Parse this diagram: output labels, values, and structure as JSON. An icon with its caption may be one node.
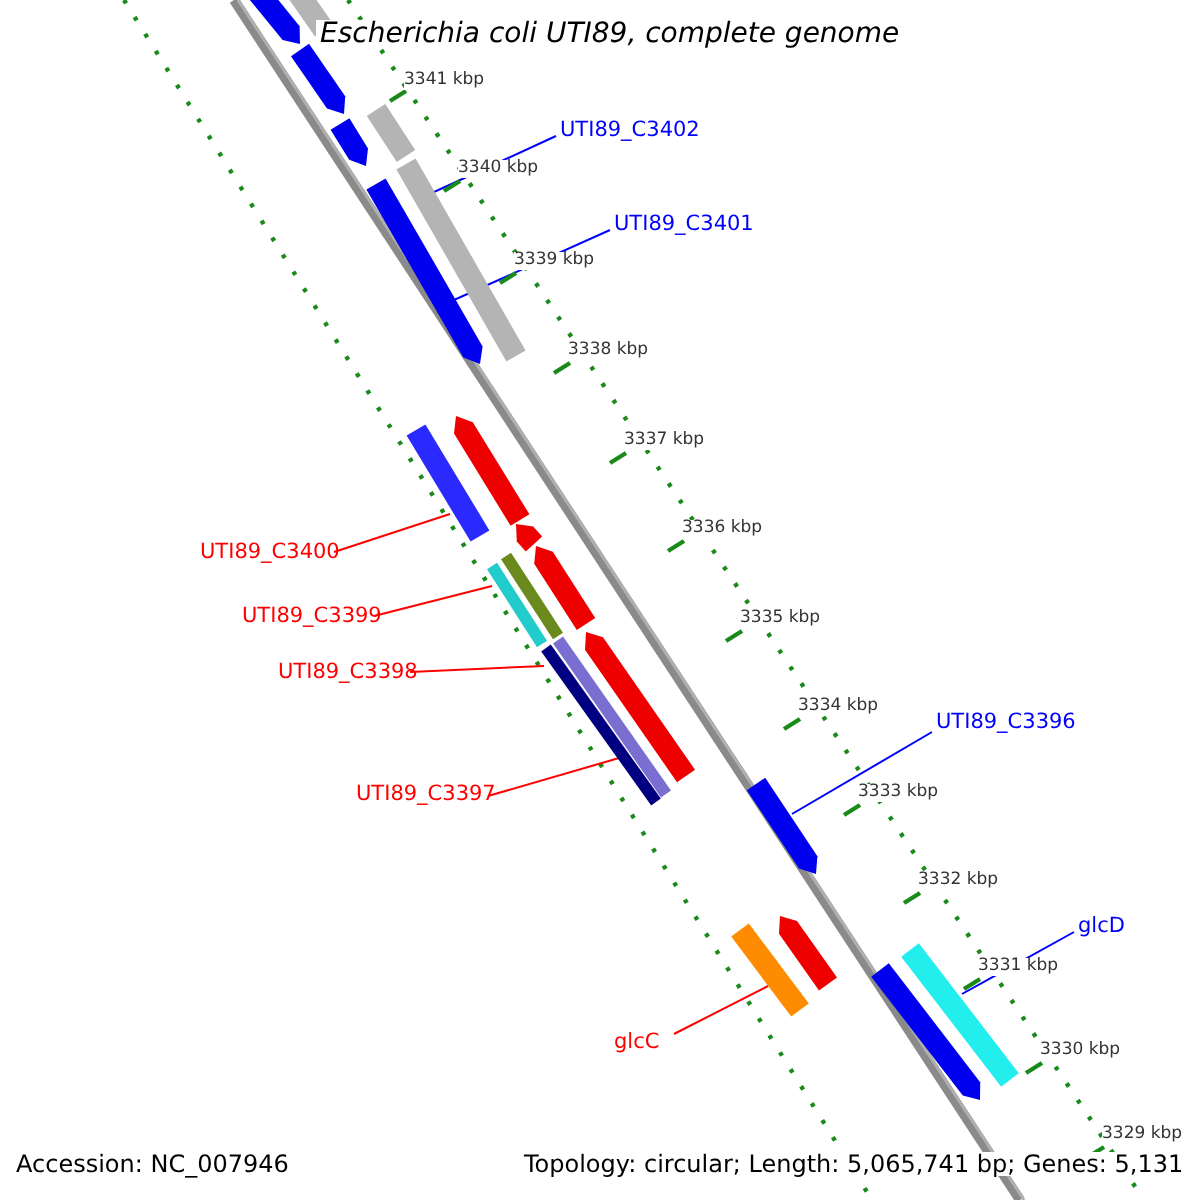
{
  "diagram": {
    "title": "Escherichia coli UTI89, complete genome",
    "nodes": [
      {
        "text": [
          "UTI89_C3402"
        ]
      },
      {
        "text": [
          "UTI89_C3401"
        ]
      },
      {
        "text": [
          "UTI89_C3400"
        ]
      },
      {
        "text": [
          "UTI89_C3399"
        ]
      },
      {
        "text": [
          "UTI89_C3398"
        ]
      },
      {
        "text": [
          "UTI89_C3396"
        ]
      },
      {
        "text": [
          "UTI89_C3397"
        ]
      },
      {
        "text": [
          "glcD"
        ]
      },
      {
        "text": [
          "glcC"
        ]
      },
      {
        "text": [],
        "shape": "bar"
      },
      {
        "text": [],
        "shape": "bar"
      },
      {
        "text": [],
        "shape": "bar"
      },
      {
        "text": [],
        "shape": "bar"
      },
      {
        "text": [],
        "shape": "bar"
      },
      {
        "text": [],
        "shape": "bar"
      },
      {
        "text": [],
        "shape": "bar"
      },
      {
        "text": [],
        "shape": "bar"
      },
      {
        "text": [],
        "shape": "bar"
      },
      {
        "text": [],
        "shape": "bar"
      },
      {
        "text": [],
        "shape": "bar"
      },
      {
        "text": [],
        "shape": "bar"
      },
      {
        "text": [],
        "shape": "bar"
      },
      {
        "text": [],
        "shape": "bar"
      },
      {
        "text": [],
        "shape": "bar"
      },
      {
        "text": [],
        "shape": "bar"
      },
      {
        "text": [],
        "shape": "bar"
      },
      {
        "text": [],
        "shape": "bar"
      },
      {
        "text": [],
        "shape": "bar"
      },
      {
        "text": [],
        "shape": "bar"
      },
      {
        "text": [],
        "shape": "bar"
      }
    ],
    "edges": [
      {
        "from": 0,
        "to": 9,
        "arrow": "none",
        "color": "#0000ff"
      },
      {
        "from": 1,
        "to": 10,
        "arrow": "none",
        "color": "#0000ff"
      },
      {
        "from": 2,
        "to": 11,
        "arrow": "none",
        "color": "#ff0000"
      },
      {
        "from": 3,
        "to": 12,
        "arrow": "none",
        "color": "#ff0000"
      },
      {
        "from": 4,
        "to": 13,
        "arrow": "none",
        "color": "#ff0000"
      },
      {
        "from": 5,
        "to": 14,
        "arrow": "none",
        "color": "#0000ff"
      },
      {
        "from": 6,
        "to": 15,
        "arrow": "none",
        "color": "#ff0000"
      },
      {
        "from": 7,
        "to": 16,
        "arrow": "none",
        "color": "#0000ff"
      },
      {
        "from": 8,
        "to": 17,
        "arrow": "none",
        "color": "#ff0000"
      }
    ],
    "labels": [
      "3341 kbp",
      "3340 kbp",
      "3339 kbp",
      "3338 kbp",
      "3337 kbp",
      "3336 kbp",
      "3335 kbp",
      "3334 kbp",
      "3333 kbp",
      "3332 kbp",
      "3331 kbp",
      "3330 kbp",
      "3329 kbp",
      "Accession: NC_007946",
      "Topology: circular; Length: 5,065,741 bp; Genes: 5,131"
    ]
  }
}
